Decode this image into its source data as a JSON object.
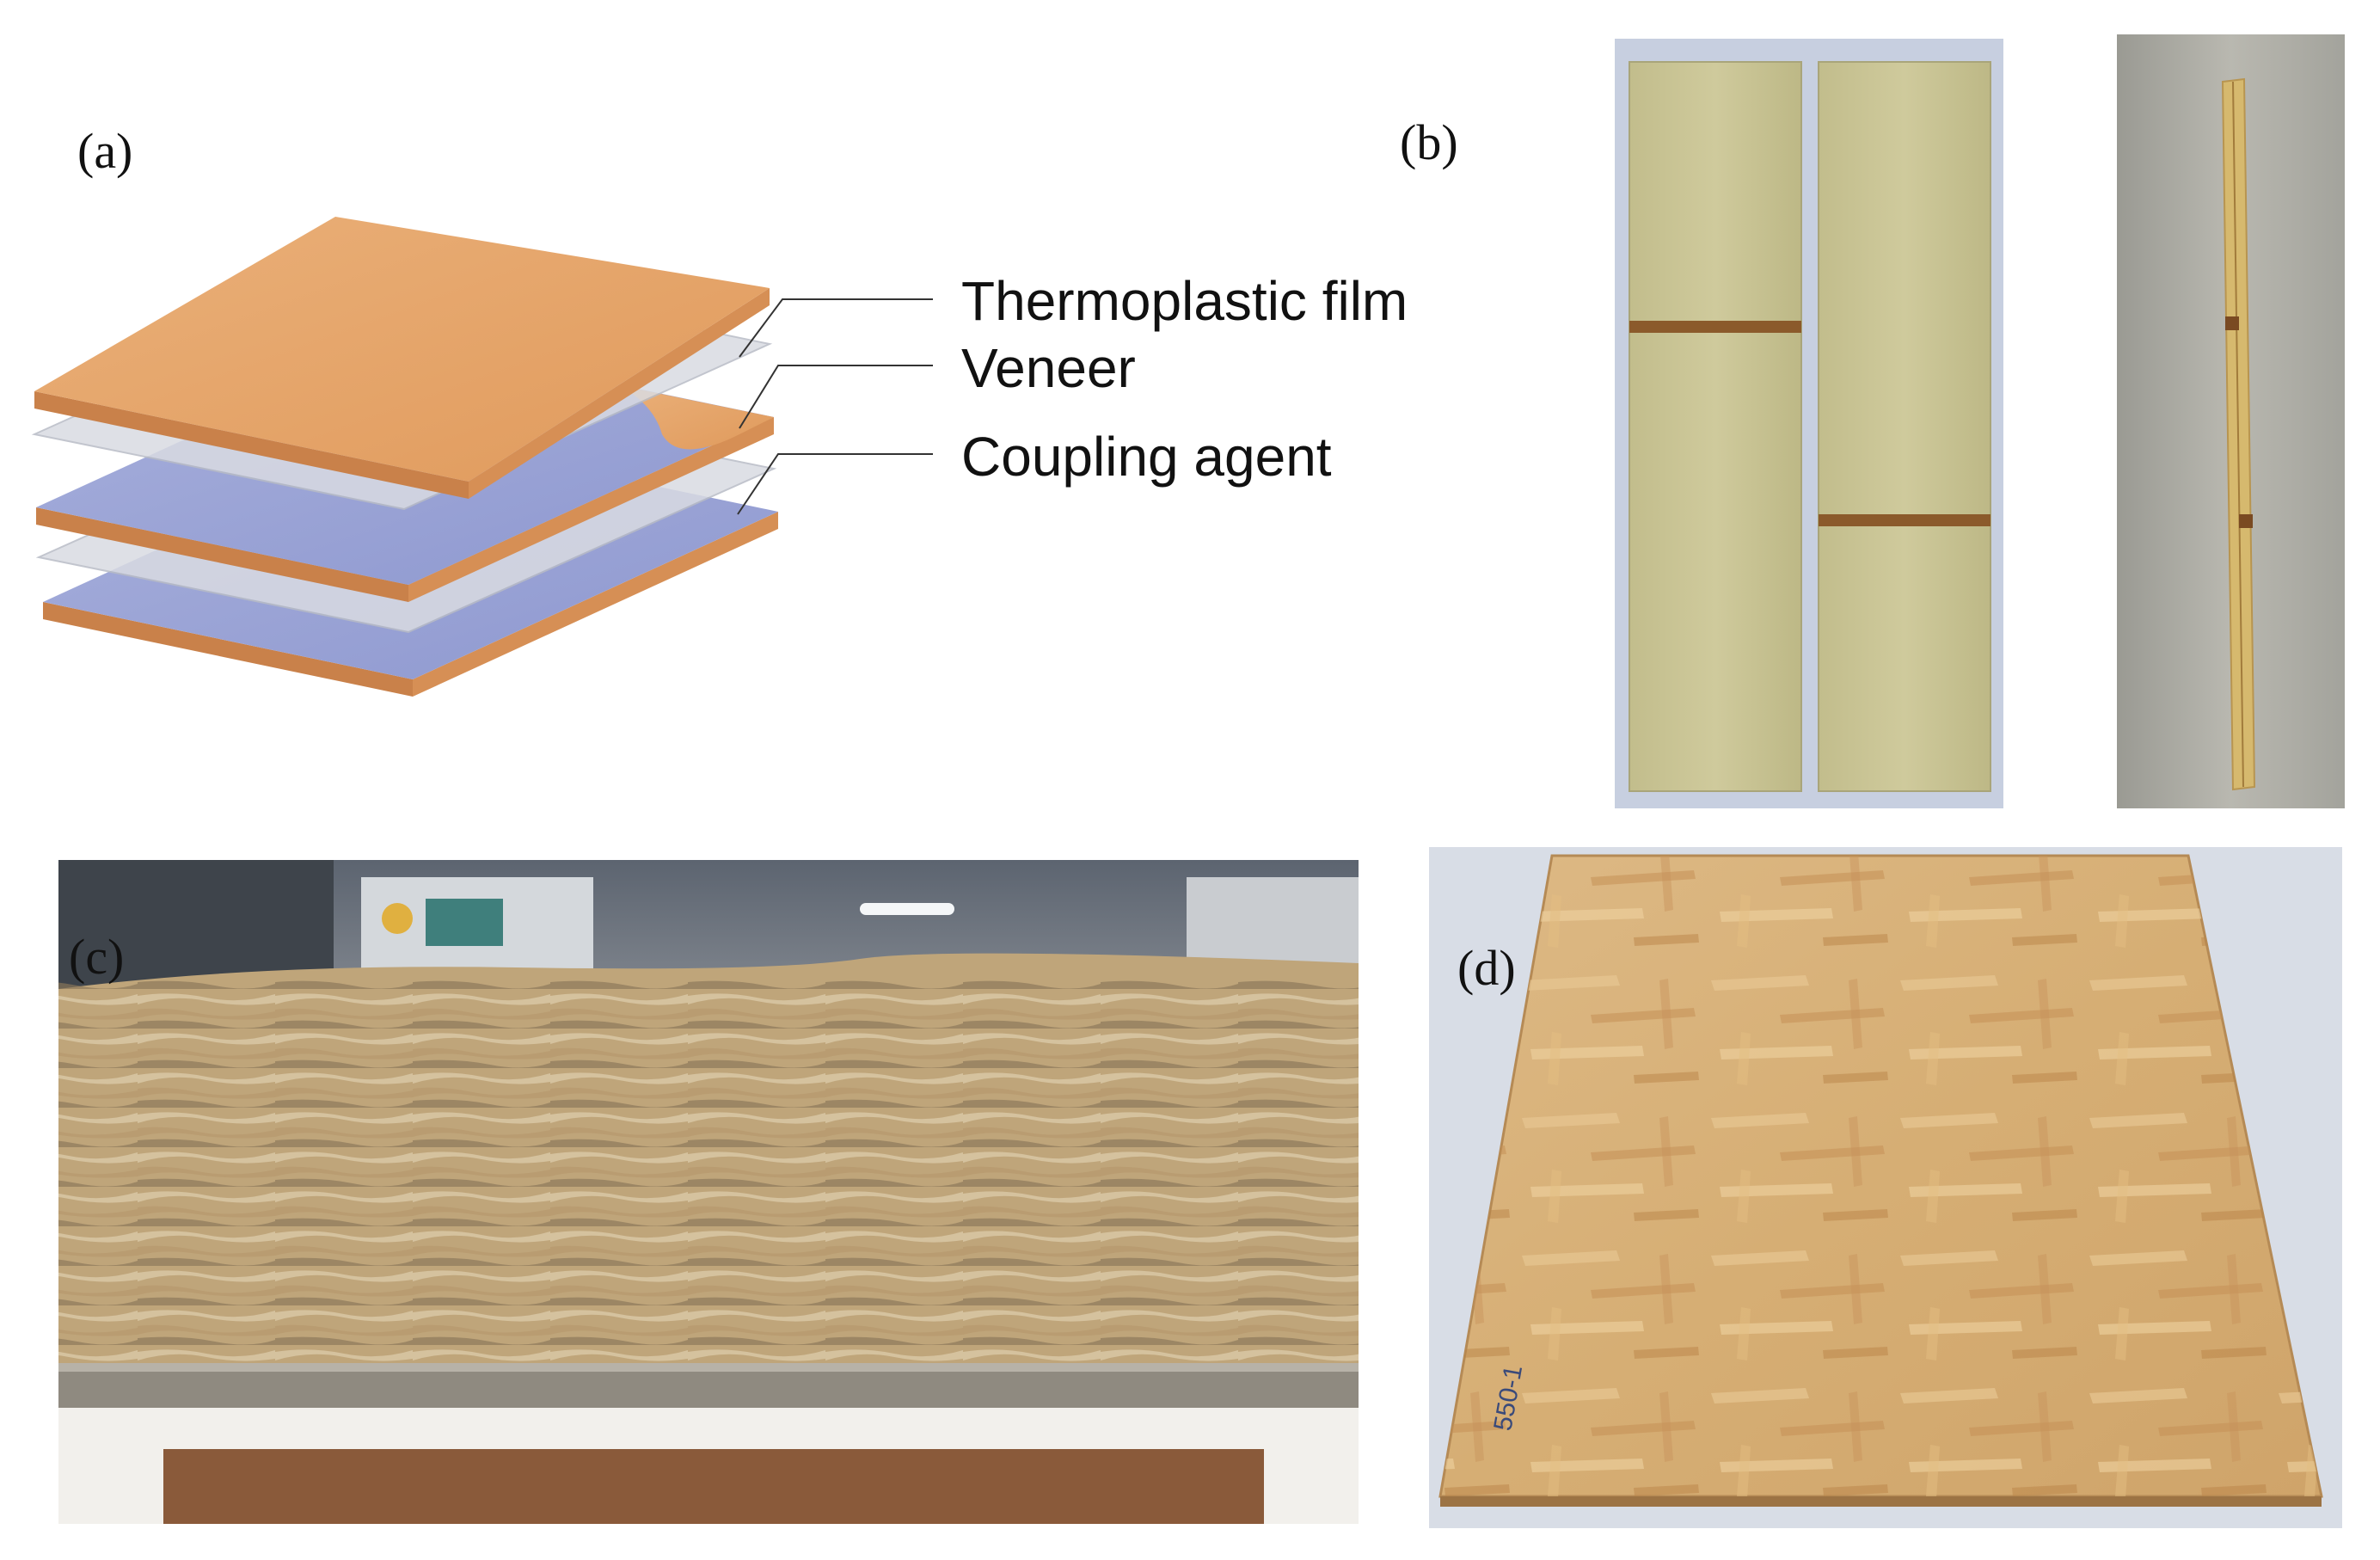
{
  "panels": {
    "a": {
      "label": "(a)"
    },
    "b": {
      "label": "(b)"
    },
    "c": {
      "label": "(c)"
    },
    "d": {
      "label": "(d)"
    }
  },
  "schematic": {
    "legend": [
      "Thermoplastic film",
      "Veneer",
      "Coupling agent"
    ]
  },
  "board": {
    "marking": "550-1"
  },
  "colors": {
    "veneer": "#e5a468",
    "veneer_edge": "#c9814a",
    "film": "#d6d8de",
    "coupling": "#9aa4d6",
    "specimen": "#c8c395",
    "mat_background": "#e9e4dc",
    "osb": "#d8b27c"
  }
}
